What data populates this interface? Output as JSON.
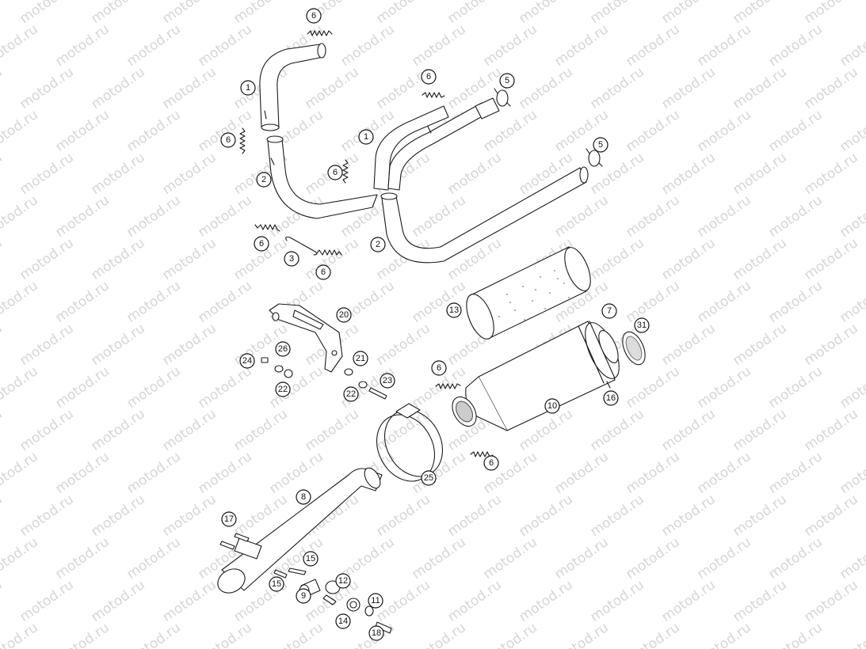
{
  "watermark": "motod.ru",
  "colors": {
    "line": "#1a1a1a",
    "watermark": "#d6d6d6",
    "fill": "#ffffff"
  },
  "callouts": [
    {
      "id": "c-6a",
      "label": "6"
    },
    {
      "id": "c-1a",
      "label": "1"
    },
    {
      "id": "c-6b",
      "label": "6"
    },
    {
      "id": "c-2a",
      "label": "2"
    },
    {
      "id": "c-6c",
      "label": "6"
    },
    {
      "id": "c-5a",
      "label": "5"
    },
    {
      "id": "c-1b",
      "label": "1"
    },
    {
      "id": "c-6d",
      "label": "6"
    },
    {
      "id": "c-5b",
      "label": "5"
    },
    {
      "id": "c-6e",
      "label": "6"
    },
    {
      "id": "c-3",
      "label": "3"
    },
    {
      "id": "c-6f",
      "label": "6"
    },
    {
      "id": "c-2b",
      "label": "2"
    },
    {
      "id": "c-13",
      "label": "13"
    },
    {
      "id": "c-7",
      "label": "7"
    },
    {
      "id": "c-31",
      "label": "31"
    },
    {
      "id": "c-20",
      "label": "20"
    },
    {
      "id": "c-26",
      "label": "26"
    },
    {
      "id": "c-24",
      "label": "24"
    },
    {
      "id": "c-21",
      "label": "21"
    },
    {
      "id": "c-22a",
      "label": "22"
    },
    {
      "id": "c-23",
      "label": "23"
    },
    {
      "id": "c-22b",
      "label": "22"
    },
    {
      "id": "c-6g",
      "label": "6"
    },
    {
      "id": "c-10",
      "label": "10"
    },
    {
      "id": "c-16",
      "label": "16"
    },
    {
      "id": "c-6h",
      "label": "6"
    },
    {
      "id": "c-25",
      "label": "25"
    },
    {
      "id": "c-8",
      "label": "8"
    },
    {
      "id": "c-17",
      "label": "17"
    },
    {
      "id": "c-15a",
      "label": "15"
    },
    {
      "id": "c-15b",
      "label": "15"
    },
    {
      "id": "c-12",
      "label": "12"
    },
    {
      "id": "c-9",
      "label": "9"
    },
    {
      "id": "c-11",
      "label": "11"
    },
    {
      "id": "c-14",
      "label": "14"
    },
    {
      "id": "c-18",
      "label": "18"
    }
  ]
}
